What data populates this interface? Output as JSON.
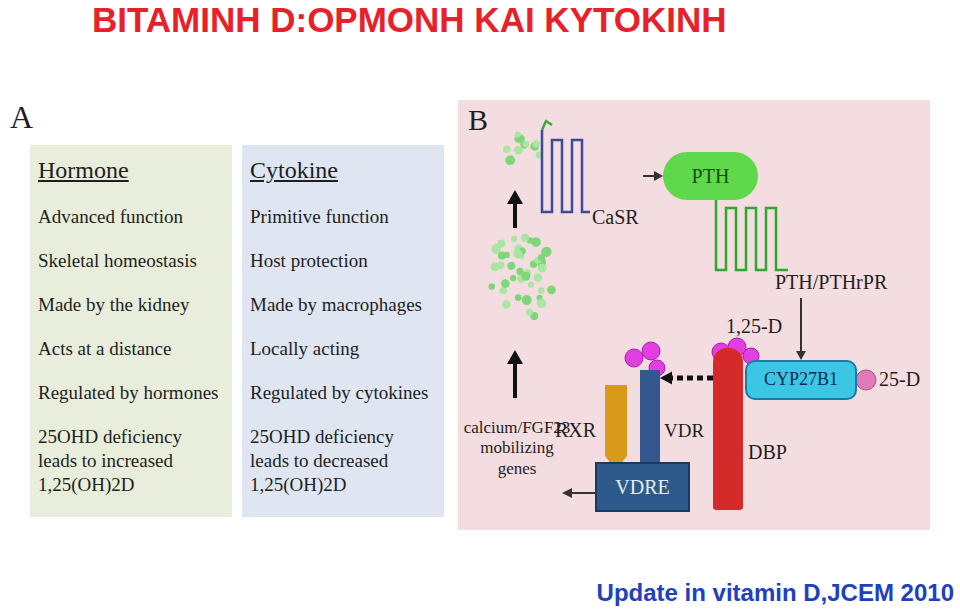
{
  "diagram": {
    "title": "ΒΙΤΑΜΙΝΗ D:ΟΡΜΟΝΗ ΚΑΙ ΚΥΤΟΚΙΝΗ",
    "caption": "Update in vitamin D,JCEM 2010",
    "nodes": [
      {
        "text": [
          "Hormone",
          "Advanced function",
          "Skeletal homeostasis",
          "Made by the kidney",
          "Acts at a distance",
          "Regulated by hormones",
          "25OHD deficiency leads to increased 1,25(OH)2D"
        ]
      },
      {
        "text": [
          "Cytokine",
          "Primitive function",
          "Host protection",
          "Made by macrophages",
          "Locally acting",
          "Regulated by cytokines",
          "25OHD deficiency leads to decreased 1,25(OH)2D"
        ]
      },
      {
        "text": [
          "B"
        ]
      },
      {
        "text": [
          "CaSR"
        ],
        "in": 2
      },
      {
        "text": [
          "PTH"
        ],
        "in": 2
      },
      {
        "text": [
          "PTH/PTHrPR"
        ],
        "in": 2
      },
      {
        "text": [
          "CYP27B1"
        ],
        "in": 2
      },
      {
        "text": [
          "DBP"
        ],
        "in": 2
      },
      {
        "text": [
          "RXR"
        ],
        "in": 2
      },
      {
        "text": [
          "VDR"
        ],
        "in": 2
      },
      {
        "text": [
          "VDRE"
        ],
        "in": 2
      }
    ],
    "edges": [
      {
        "from": 3,
        "to": 4,
        "arrow": "to"
      },
      {
        "from": 5,
        "to": 6,
        "arrow": "to"
      },
      {
        "from": 7,
        "to": 9,
        "arrow": "to"
      }
    ],
    "labels": [
      "A",
      "1,25-D",
      "25-D",
      "calcium/FGF23 mobilizing genes"
    ]
  }
}
